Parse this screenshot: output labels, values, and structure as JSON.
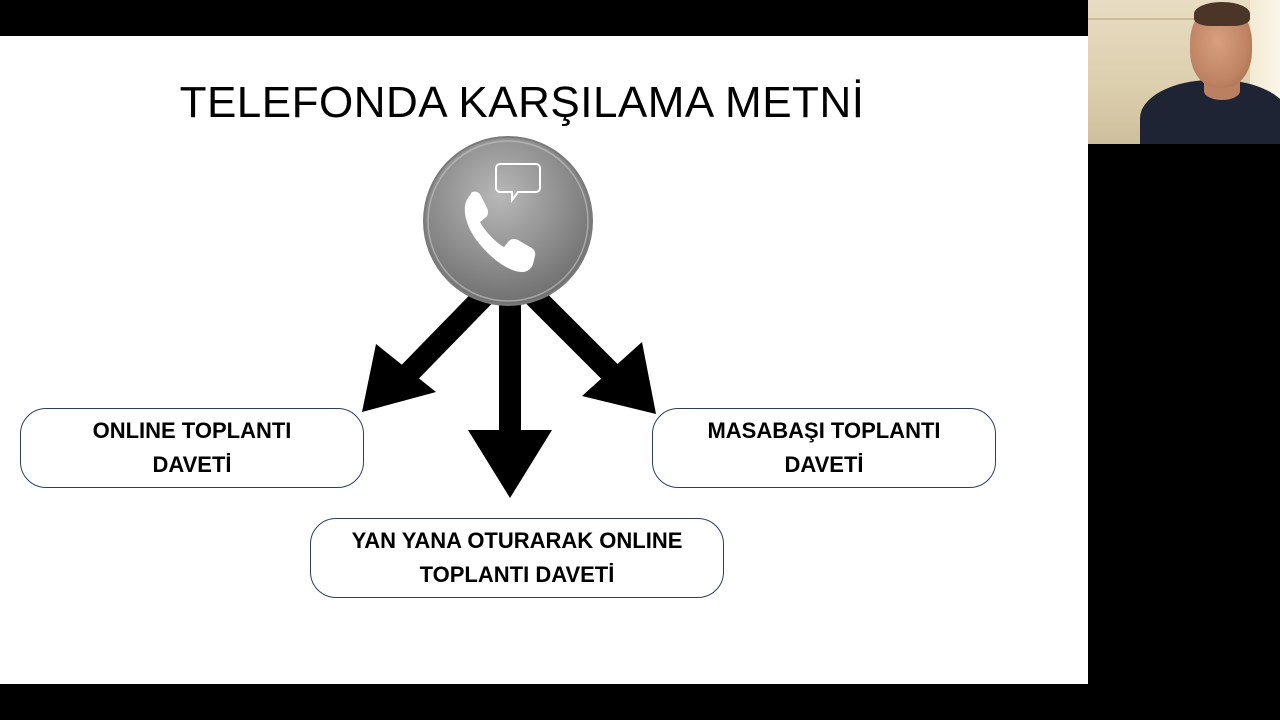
{
  "slide": {
    "title": "TELEFONDA KARŞILAMA METNİ",
    "phone_icon": "phone-chat-icon",
    "arrow_icon": "arrow-icon",
    "options": [
      {
        "line1": "ONLINE TOPLANTI",
        "line2": "DAVETİ"
      },
      {
        "line1": "MASABAŞI TOPLANTI",
        "line2": "DAVETİ"
      },
      {
        "line1": "YAN YANA OTURARAK ONLINE",
        "line2": "TOPLANTI DAVETİ"
      }
    ]
  },
  "colors": {
    "background": "#000000",
    "slide": "#ffffff",
    "box_border": "#2f3d5c",
    "phone_circle": "#8a8a8a",
    "arrow": "#000000"
  }
}
